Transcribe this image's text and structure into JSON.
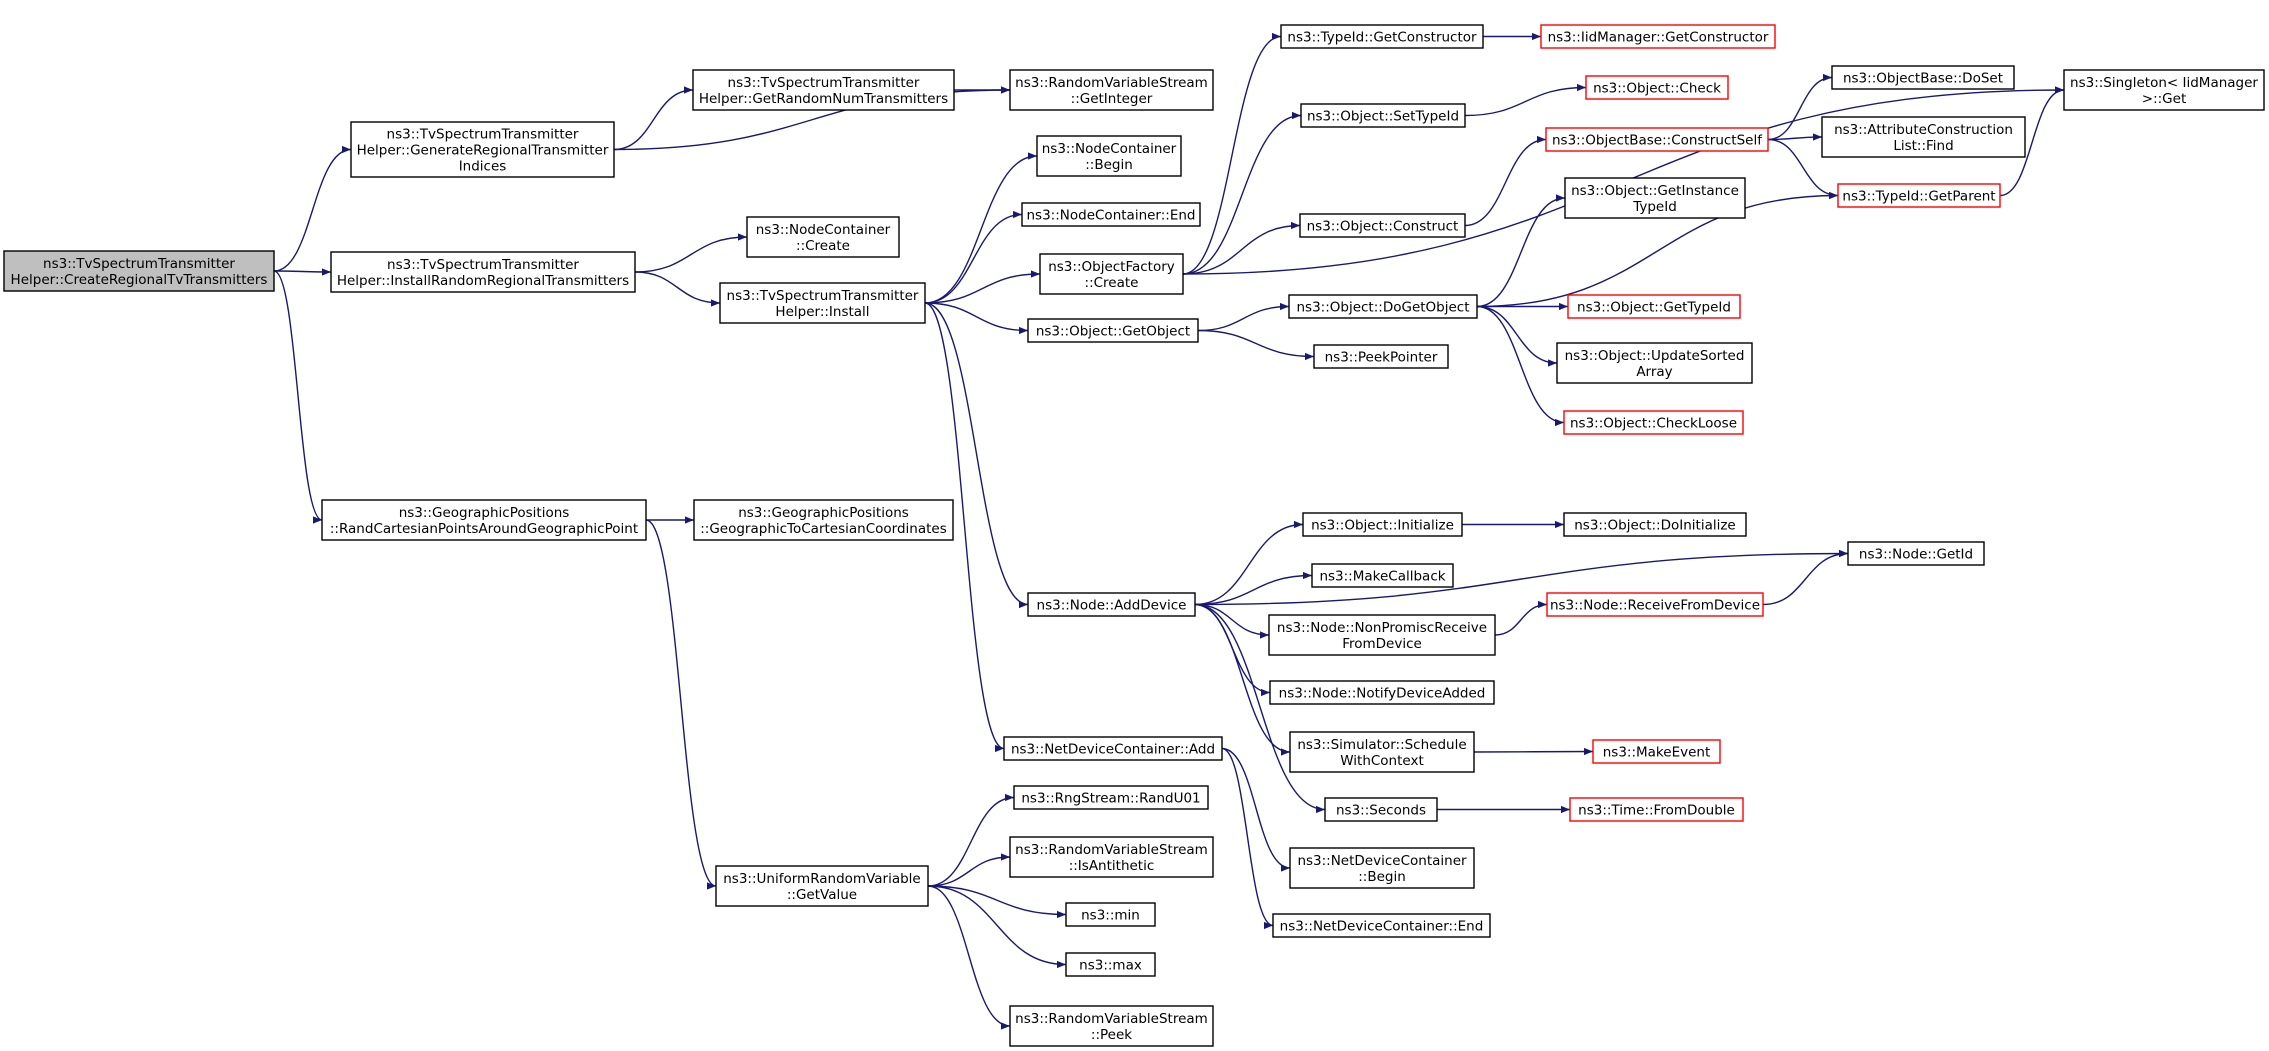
{
  "edge_color": "#191970",
  "root_fill": "#bfbfbf",
  "truncated_border": "#ff0000",
  "nodes": [
    {
      "id": "createRegional",
      "lines": [
        "ns3::TvSpectrumTransmitter",
        "Helper::CreateRegionalTvTransmitters"
      ],
      "root": true,
      "truncated": false
    },
    {
      "id": "generateIndices",
      "lines": [
        "ns3::TvSpectrumTransmitter",
        "Helper::GenerateRegionalTransmitter",
        "Indices"
      ],
      "truncated": false
    },
    {
      "id": "getRandomNum",
      "lines": [
        "ns3::TvSpectrumTransmitter",
        "Helper::GetRandomNumTransmitters"
      ],
      "truncated": false
    },
    {
      "id": "rvsGetInteger",
      "lines": [
        "ns3::RandomVariableStream",
        "::GetInteger"
      ],
      "truncated": false
    },
    {
      "id": "installRandom",
      "lines": [
        "ns3::TvSpectrumTransmitter",
        "Helper::InstallRandomRegionalTransmitters"
      ],
      "truncated": false
    },
    {
      "id": "ncCreate",
      "lines": [
        "ns3::NodeContainer",
        "::Create"
      ],
      "truncated": false
    },
    {
      "id": "helperInstall",
      "lines": [
        "ns3::TvSpectrumTransmitter",
        "Helper::Install"
      ],
      "truncated": false
    },
    {
      "id": "ncBegin",
      "lines": [
        "ns3::NodeContainer",
        "::Begin"
      ],
      "truncated": false
    },
    {
      "id": "ncEnd",
      "lines": [
        "ns3::NodeContainer::End"
      ],
      "truncated": false
    },
    {
      "id": "ofCreate",
      "lines": [
        "ns3::ObjectFactory",
        "::Create"
      ],
      "truncated": false
    },
    {
      "id": "objGetObject",
      "lines": [
        "ns3::Object::GetObject"
      ],
      "truncated": false
    },
    {
      "id": "typeIdGetCtor",
      "lines": [
        "ns3::TypeId::GetConstructor"
      ],
      "truncated": false
    },
    {
      "id": "iidGetCtor",
      "lines": [
        "ns3::IidManager::GetConstructor"
      ],
      "truncated": true
    },
    {
      "id": "singletonGet",
      "lines": [
        "ns3::Singleton< IidManager",
        ">::Get"
      ],
      "truncated": false
    },
    {
      "id": "objSetTypeId",
      "lines": [
        "ns3::Object::SetTypeId"
      ],
      "truncated": false
    },
    {
      "id": "objCheck",
      "lines": [
        "ns3::Object::Check"
      ],
      "truncated": true
    },
    {
      "id": "objConstruct",
      "lines": [
        "ns3::Object::Construct"
      ],
      "truncated": false
    },
    {
      "id": "obConstructSelf",
      "lines": [
        "ns3::ObjectBase::ConstructSelf"
      ],
      "truncated": true
    },
    {
      "id": "obDoSet",
      "lines": [
        "ns3::ObjectBase::DoSet"
      ],
      "truncated": false
    },
    {
      "id": "attrFind",
      "lines": [
        "ns3::AttributeConstruction",
        "List::Find"
      ],
      "truncated": false
    },
    {
      "id": "typeIdGetParent",
      "lines": [
        "ns3::TypeId::GetParent"
      ],
      "truncated": true
    },
    {
      "id": "objGetInstanceTypeId",
      "lines": [
        "ns3::Object::GetInstance",
        "TypeId"
      ],
      "truncated": false
    },
    {
      "id": "objDoGetObject",
      "lines": [
        "ns3::Object::DoGetObject"
      ],
      "truncated": false
    },
    {
      "id": "objGetTypeId",
      "lines": [
        "ns3::Object::GetTypeId"
      ],
      "truncated": true
    },
    {
      "id": "objUpdateSorted",
      "lines": [
        "ns3::Object::UpdateSorted",
        "Array"
      ],
      "truncated": false
    },
    {
      "id": "objCheckLoose",
      "lines": [
        "ns3::Object::CheckLoose"
      ],
      "truncated": true
    },
    {
      "id": "peekPointer",
      "lines": [
        "ns3::PeekPointer"
      ],
      "truncated": false
    },
    {
      "id": "gpRandCartesian",
      "lines": [
        "ns3::GeographicPositions",
        "::RandCartesianPointsAroundGeographicPoint"
      ],
      "truncated": false
    },
    {
      "id": "gpGeoToCart",
      "lines": [
        "ns3::GeographicPositions",
        "::GeographicToCartesianCoordinates"
      ],
      "truncated": false
    },
    {
      "id": "nodeAddDevice",
      "lines": [
        "ns3::Node::AddDevice"
      ],
      "truncated": false
    },
    {
      "id": "objInitialize",
      "lines": [
        "ns3::Object::Initialize"
      ],
      "truncated": false
    },
    {
      "id": "objDoInitialize",
      "lines": [
        "ns3::Object::DoInitialize"
      ],
      "truncated": false
    },
    {
      "id": "nodeGetId",
      "lines": [
        "ns3::Node::GetId"
      ],
      "truncated": false
    },
    {
      "id": "makeCallback",
      "lines": [
        "ns3::MakeCallback"
      ],
      "truncated": false
    },
    {
      "id": "nodeNonPromisc",
      "lines": [
        "ns3::Node::NonPromiscReceive",
        "FromDevice"
      ],
      "truncated": false
    },
    {
      "id": "nodeReceiveFromDevice",
      "lines": [
        "ns3::Node::ReceiveFromDevice"
      ],
      "truncated": true
    },
    {
      "id": "nodeNotifyDeviceAdded",
      "lines": [
        "ns3::Node::NotifyDeviceAdded"
      ],
      "truncated": false
    },
    {
      "id": "simSchedule",
      "lines": [
        "ns3::Simulator::Schedule",
        "WithContext"
      ],
      "truncated": false
    },
    {
      "id": "makeEvent",
      "lines": [
        "ns3::MakeEvent"
      ],
      "truncated": true
    },
    {
      "id": "seconds",
      "lines": [
        "ns3::Seconds"
      ],
      "truncated": false
    },
    {
      "id": "timeFromDouble",
      "lines": [
        "ns3::Time::FromDouble"
      ],
      "truncated": true
    },
    {
      "id": "ndcAdd",
      "lines": [
        "ns3::NetDeviceContainer::Add"
      ],
      "truncated": false
    },
    {
      "id": "ndcBegin",
      "lines": [
        "ns3::NetDeviceContainer",
        "::Begin"
      ],
      "truncated": false
    },
    {
      "id": "ndcEnd",
      "lines": [
        "ns3::NetDeviceContainer::End"
      ],
      "truncated": false
    },
    {
      "id": "rngRandU01",
      "lines": [
        "ns3::RngStream::RandU01"
      ],
      "truncated": false
    },
    {
      "id": "urvGetValue",
      "lines": [
        "ns3::UniformRandomVariable",
        "::GetValue"
      ],
      "truncated": false
    },
    {
      "id": "rvsIsAntithetic",
      "lines": [
        "ns3::RandomVariableStream",
        "::IsAntithetic"
      ],
      "truncated": false
    },
    {
      "id": "min",
      "lines": [
        "ns3::min"
      ],
      "truncated": false
    },
    {
      "id": "max",
      "lines": [
        "ns3::max"
      ],
      "truncated": false
    },
    {
      "id": "rvsPeek",
      "lines": [
        "ns3::RandomVariableStream",
        "::Peek"
      ],
      "truncated": false
    }
  ],
  "edges": [
    [
      "createRegional",
      "generateIndices"
    ],
    [
      "createRegional",
      "installRandom"
    ],
    [
      "createRegional",
      "gpRandCartesian"
    ],
    [
      "generateIndices",
      "getRandomNum"
    ],
    [
      "generateIndices",
      "rvsGetInteger"
    ],
    [
      "getRandomNum",
      "rvsGetInteger"
    ],
    [
      "installRandom",
      "ncCreate"
    ],
    [
      "installRandom",
      "helperInstall"
    ],
    [
      "helperInstall",
      "ncBegin"
    ],
    [
      "helperInstall",
      "ncEnd"
    ],
    [
      "helperInstall",
      "ofCreate"
    ],
    [
      "helperInstall",
      "objGetObject"
    ],
    [
      "helperInstall",
      "nodeAddDevice"
    ],
    [
      "helperInstall",
      "ndcAdd"
    ],
    [
      "ofCreate",
      "typeIdGetCtor"
    ],
    [
      "ofCreate",
      "objSetTypeId"
    ],
    [
      "ofCreate",
      "objConstruct"
    ],
    [
      "ofCreate",
      "singletonGet"
    ],
    [
      "typeIdGetCtor",
      "iidGetCtor"
    ],
    [
      "objSetTypeId",
      "objCheck"
    ],
    [
      "objConstruct",
      "obConstructSelf"
    ],
    [
      "obConstructSelf",
      "obDoSet"
    ],
    [
      "obConstructSelf",
      "attrFind"
    ],
    [
      "obConstructSelf",
      "typeIdGetParent"
    ],
    [
      "typeIdGetParent",
      "singletonGet"
    ],
    [
      "objGetObject",
      "objDoGetObject"
    ],
    [
      "objGetObject",
      "peekPointer"
    ],
    [
      "objDoGetObject",
      "objGetInstanceTypeId"
    ],
    [
      "objDoGetObject",
      "typeIdGetParent"
    ],
    [
      "objDoGetObject",
      "objGetTypeId"
    ],
    [
      "objDoGetObject",
      "objUpdateSorted"
    ],
    [
      "objDoGetObject",
      "objCheckLoose"
    ],
    [
      "gpRandCartesian",
      "gpGeoToCart"
    ],
    [
      "gpRandCartesian",
      "urvGetValue"
    ],
    [
      "nodeAddDevice",
      "nodeGetId"
    ],
    [
      "nodeAddDevice",
      "objInitialize"
    ],
    [
      "nodeAddDevice",
      "makeCallback"
    ],
    [
      "nodeAddDevice",
      "nodeNonPromisc"
    ],
    [
      "nodeAddDevice",
      "nodeNotifyDeviceAdded"
    ],
    [
      "nodeAddDevice",
      "simSchedule"
    ],
    [
      "nodeAddDevice",
      "seconds"
    ],
    [
      "objInitialize",
      "objDoInitialize"
    ],
    [
      "nodeNonPromisc",
      "nodeReceiveFromDevice"
    ],
    [
      "nodeReceiveFromDevice",
      "nodeGetId"
    ],
    [
      "simSchedule",
      "makeEvent"
    ],
    [
      "seconds",
      "timeFromDouble"
    ],
    [
      "ndcAdd",
      "ndcBegin"
    ],
    [
      "ndcAdd",
      "ndcEnd"
    ],
    [
      "urvGetValue",
      "rngRandU01"
    ],
    [
      "urvGetValue",
      "rvsIsAntithetic"
    ],
    [
      "urvGetValue",
      "min"
    ],
    [
      "urvGetValue",
      "max"
    ],
    [
      "urvGetValue",
      "rvsPeek"
    ]
  ]
}
